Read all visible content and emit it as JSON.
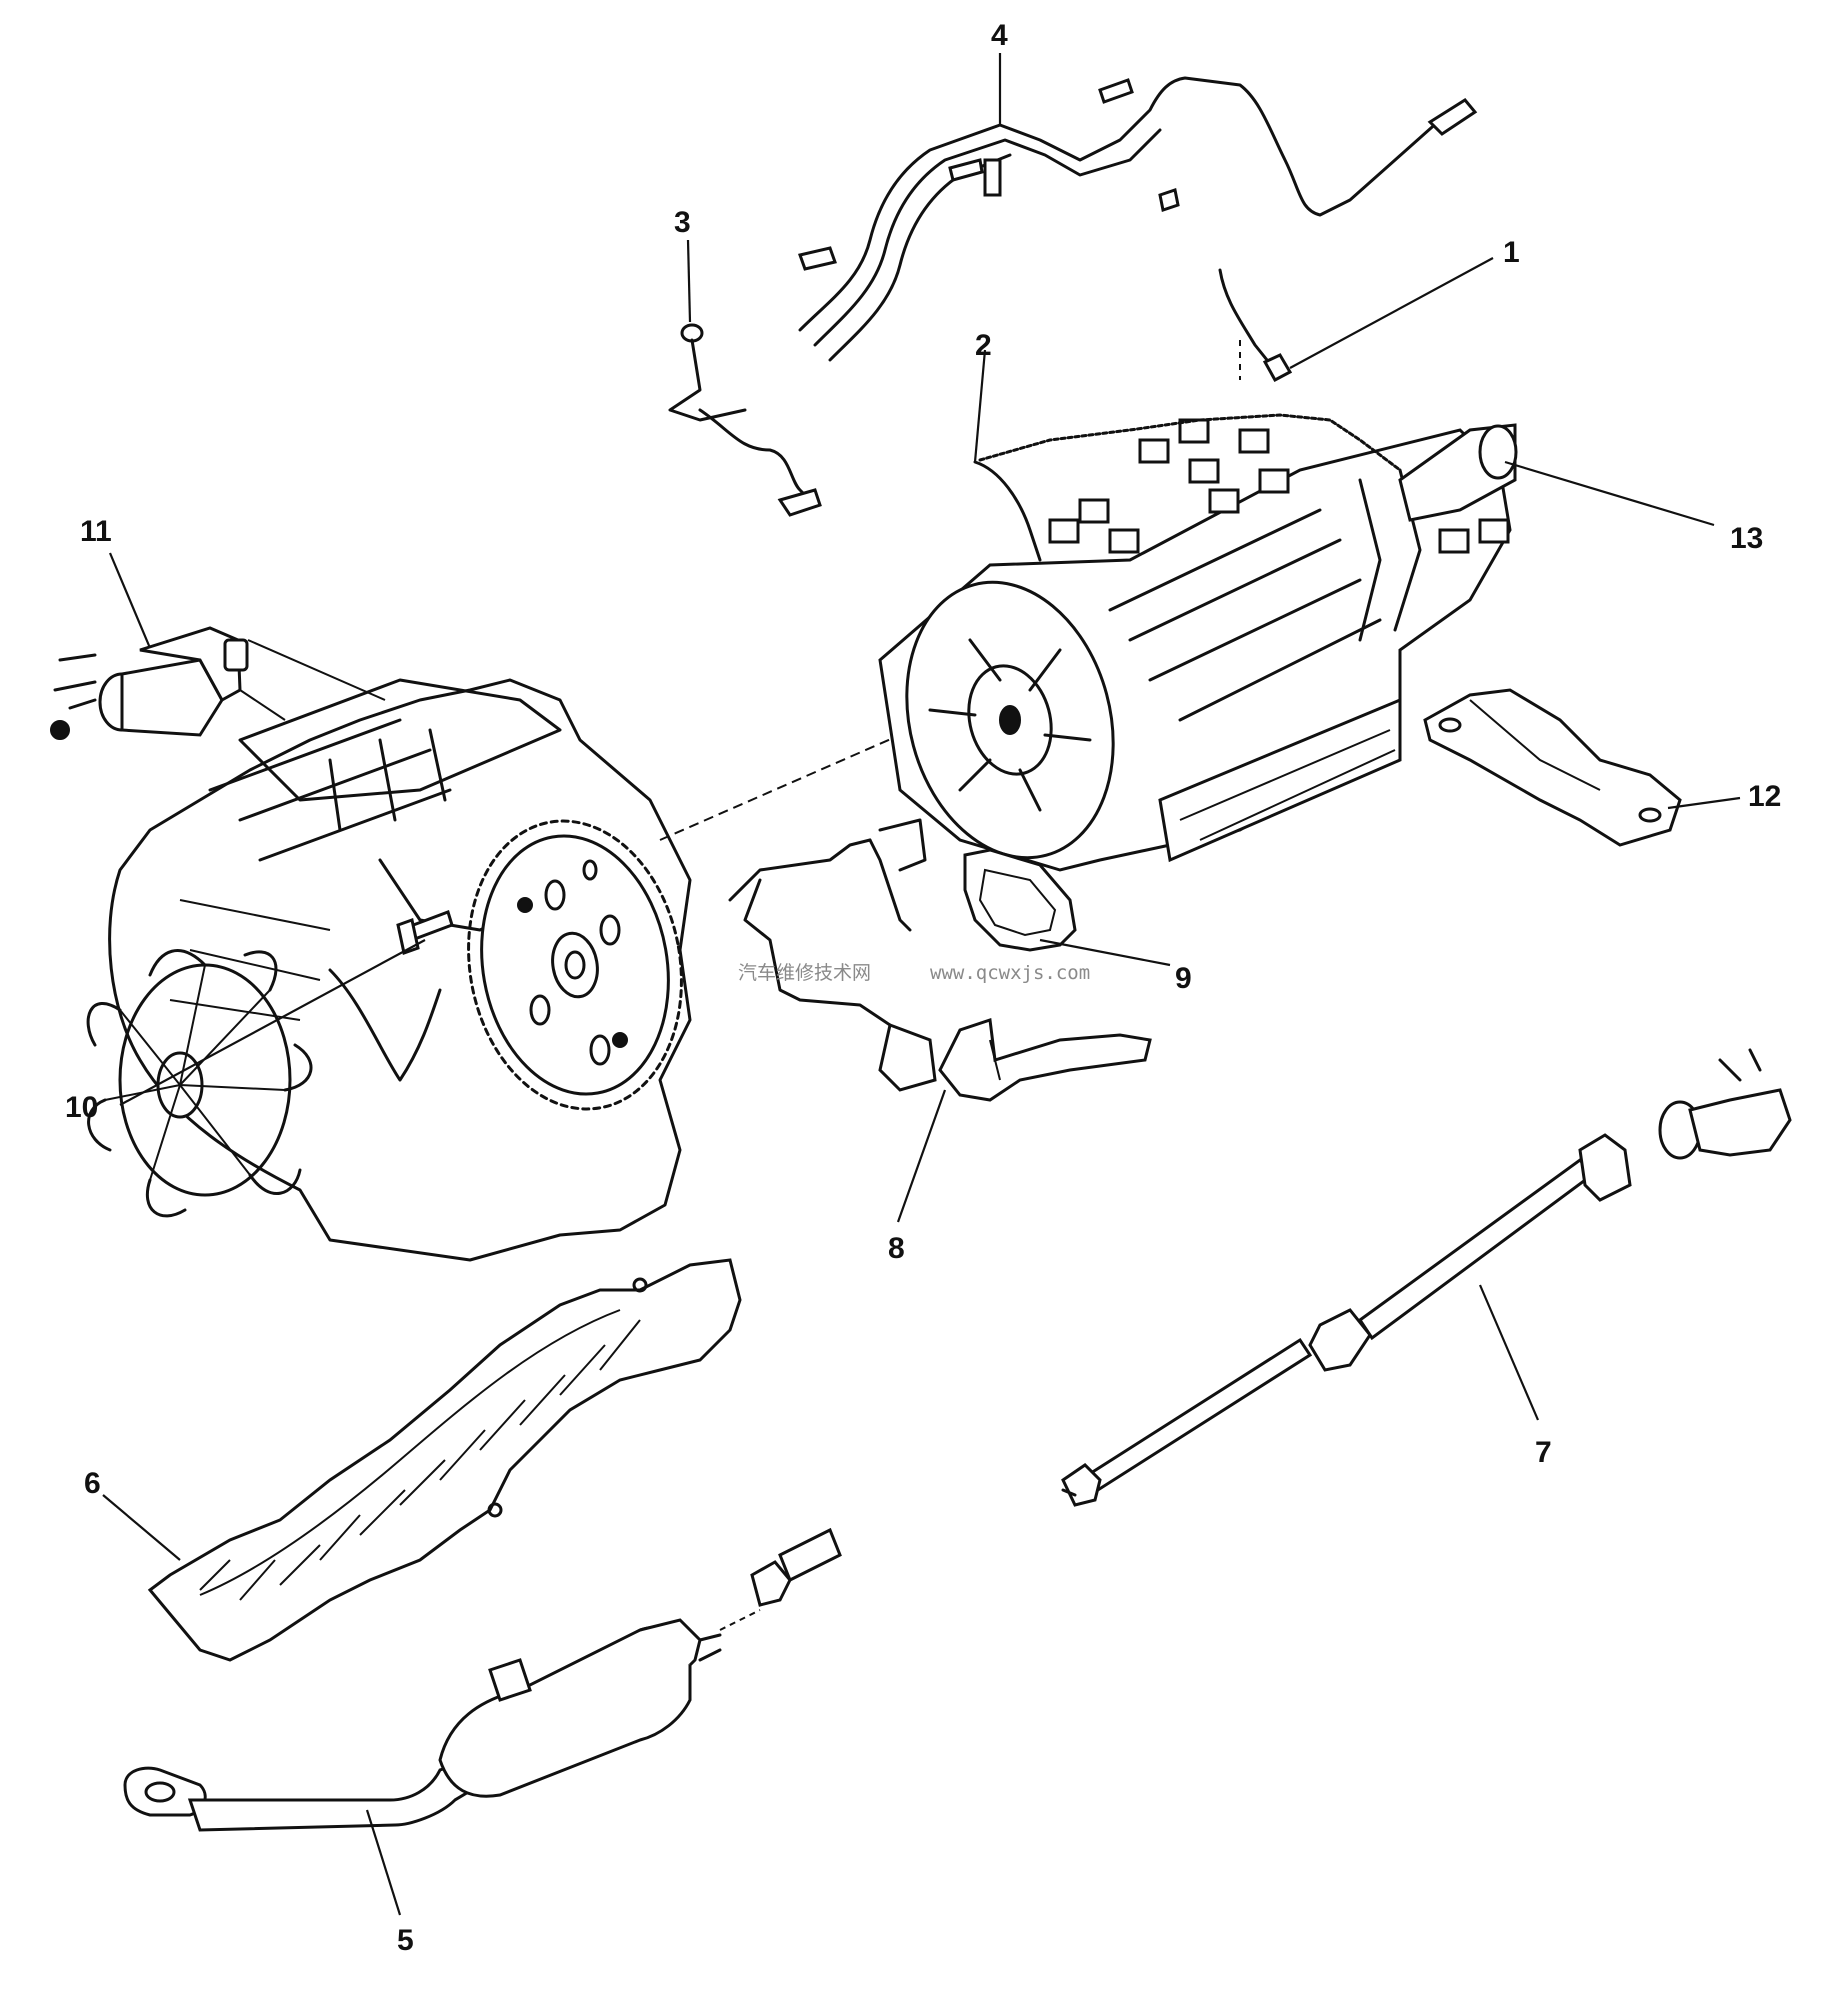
{
  "callouts": [
    {
      "id": "1",
      "text": "1"
    },
    {
      "id": "2",
      "text": "2"
    },
    {
      "id": "3",
      "text": "3"
    },
    {
      "id": "4",
      "text": "4"
    },
    {
      "id": "5",
      "text": "5"
    },
    {
      "id": "6",
      "text": "6"
    },
    {
      "id": "7",
      "text": "7"
    },
    {
      "id": "8",
      "text": "8"
    },
    {
      "id": "9",
      "text": "9"
    },
    {
      "id": "10",
      "text": "10"
    },
    {
      "id": "11",
      "text": "11"
    },
    {
      "id": "12",
      "text": "12"
    },
    {
      "id": "13",
      "text": "13"
    }
  ],
  "watermark": {
    "cn": "汽车维修技术网",
    "url": "www.qcwxjs.com"
  }
}
